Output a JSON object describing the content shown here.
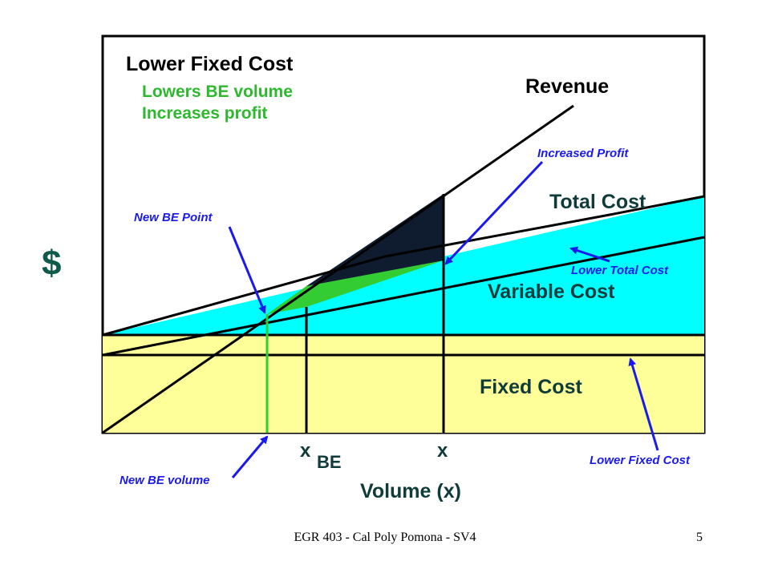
{
  "slide": {
    "footer": "EGR 403 - Cal Poly Pomona - SV4",
    "page_number": "5"
  },
  "diagram": {
    "title": "Lower Fixed Cost",
    "subtitle_lines": [
      "Lowers BE volume",
      "Increases profit"
    ],
    "y_axis_label": "$",
    "x_axis_label": "Volume (x)",
    "labels": {
      "revenue": "Revenue",
      "total_cost": "Total Cost",
      "variable_cost": "Variable Cost",
      "fixed_cost": "Fixed Cost",
      "x_be_main": "x",
      "x_be_sub": "BE",
      "x": "x"
    },
    "callouts": {
      "increased_profit": "Increased Profit",
      "new_be_point": "New BE Point",
      "lower_total_cost": "Lower Total Cost",
      "new_be_volume": "New BE volume",
      "lower_fixed_cost": "Lower Fixed Cost"
    },
    "colors": {
      "fixed_cost_fill": "#ffff99",
      "variable_cost_fill": "#00ffff",
      "increased_profit_fill": "#33cc33",
      "profit_fill": "#0f1b2e",
      "callout_text": "#1a1aee",
      "subtitle_text": "#2db82d",
      "new_be_line": "#33cc33"
    }
  }
}
